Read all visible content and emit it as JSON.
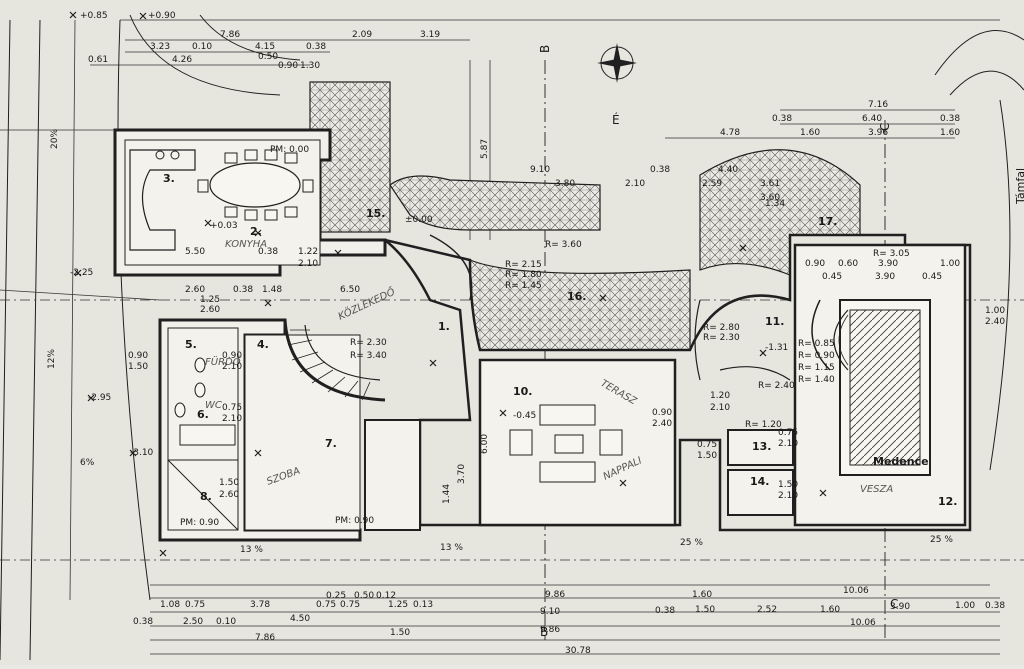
{
  "north_label": "É",
  "section_marks": [
    "B",
    "B",
    "C",
    "C"
  ],
  "wall_label": "Támfal",
  "pool_label": "Medence",
  "rooms": [
    "1.",
    "2.",
    "3.",
    "4.",
    "5.",
    "6.",
    "7.",
    "8.",
    "10.",
    "11.",
    "12.",
    "13.",
    "14.",
    "15.",
    "16.",
    "17."
  ],
  "handwritten": [
    "KONYHA",
    "KÖZLEKEDŐ",
    "FÜRDŐ",
    "WC",
    "SZOBA",
    "NAPPALI",
    "TERASZ",
    "VESZA"
  ],
  "levels": [
    "+0.85",
    "+0.90",
    "±0.00",
    "+0.03",
    "-0.45",
    "-1.31",
    "-2.25",
    "-2.95",
    "-3.10",
    "PM: 0.00",
    "PM: 0.90",
    "PM: 0.90",
    "R= 2.30",
    "R= 3.40",
    "R= 3.60",
    "R= 2.15",
    "R= 1.80",
    "R= 1.45",
    "R= 2.80",
    "R= 2.30",
    "R= 2.40",
    "R= 3.05",
    "R= 0.85",
    "R= 0.90",
    "R= 1.15",
    "R= 1.40",
    "R= 1.20"
  ],
  "slopes": [
    "20%",
    "12%",
    "6%",
    "13 %",
    "13 %",
    "25 %",
    "25 %"
  ],
  "dims_top": [
    "7.86",
    "2.09",
    "3.19",
    "3.23",
    "0.10",
    "4.15",
    "0.38",
    "0.61",
    "4.26",
    "0.50",
    "0.90",
    "1.30",
    "7.16",
    "0.38",
    "6.40",
    "0.38",
    "4.78",
    "1.60",
    "3.96",
    "1.60"
  ],
  "dims_bottom": [
    "9.86",
    "1.60",
    "10.06",
    "1.08",
    "0.75",
    "3.78",
    "0.75",
    "0.75",
    "0.25",
    "0.50",
    "0.12",
    "1.25",
    "0.13",
    "0.38",
    "3.90",
    "1.00",
    "0.38",
    "2.50",
    "0.10",
    "4.50",
    "9.10",
    "0.38",
    "1.50",
    "2.52",
    "1.60",
    "10.06",
    "7.86",
    "1.50",
    "9.86",
    "30.78"
  ],
  "dims_interior": [
    "2.60",
    "1.25",
    "2.60",
    "0.38",
    "1.48",
    "6.50",
    "5.50",
    "0.38",
    "1.22",
    "2.10",
    "0.90",
    "2.10",
    "0.90",
    "1.50",
    "0.75",
    "2.10",
    "5.87",
    "9.10",
    "3.80",
    "2.10",
    "0.38",
    "2.59",
    "4.40",
    "3.61",
    "3.60",
    "1.34",
    "0.90",
    "0.60",
    "3.90",
    "1.00",
    "0.45",
    "3.90",
    "0.45",
    "1.00",
    "2.40",
    "6.00",
    "3.70",
    "1.44",
    "0.90",
    "2.40",
    "1.50",
    "0.75",
    "1.20",
    "2.10",
    "0.75",
    "2.10",
    "1.50",
    "2.10",
    "1.50",
    "2.60"
  ]
}
